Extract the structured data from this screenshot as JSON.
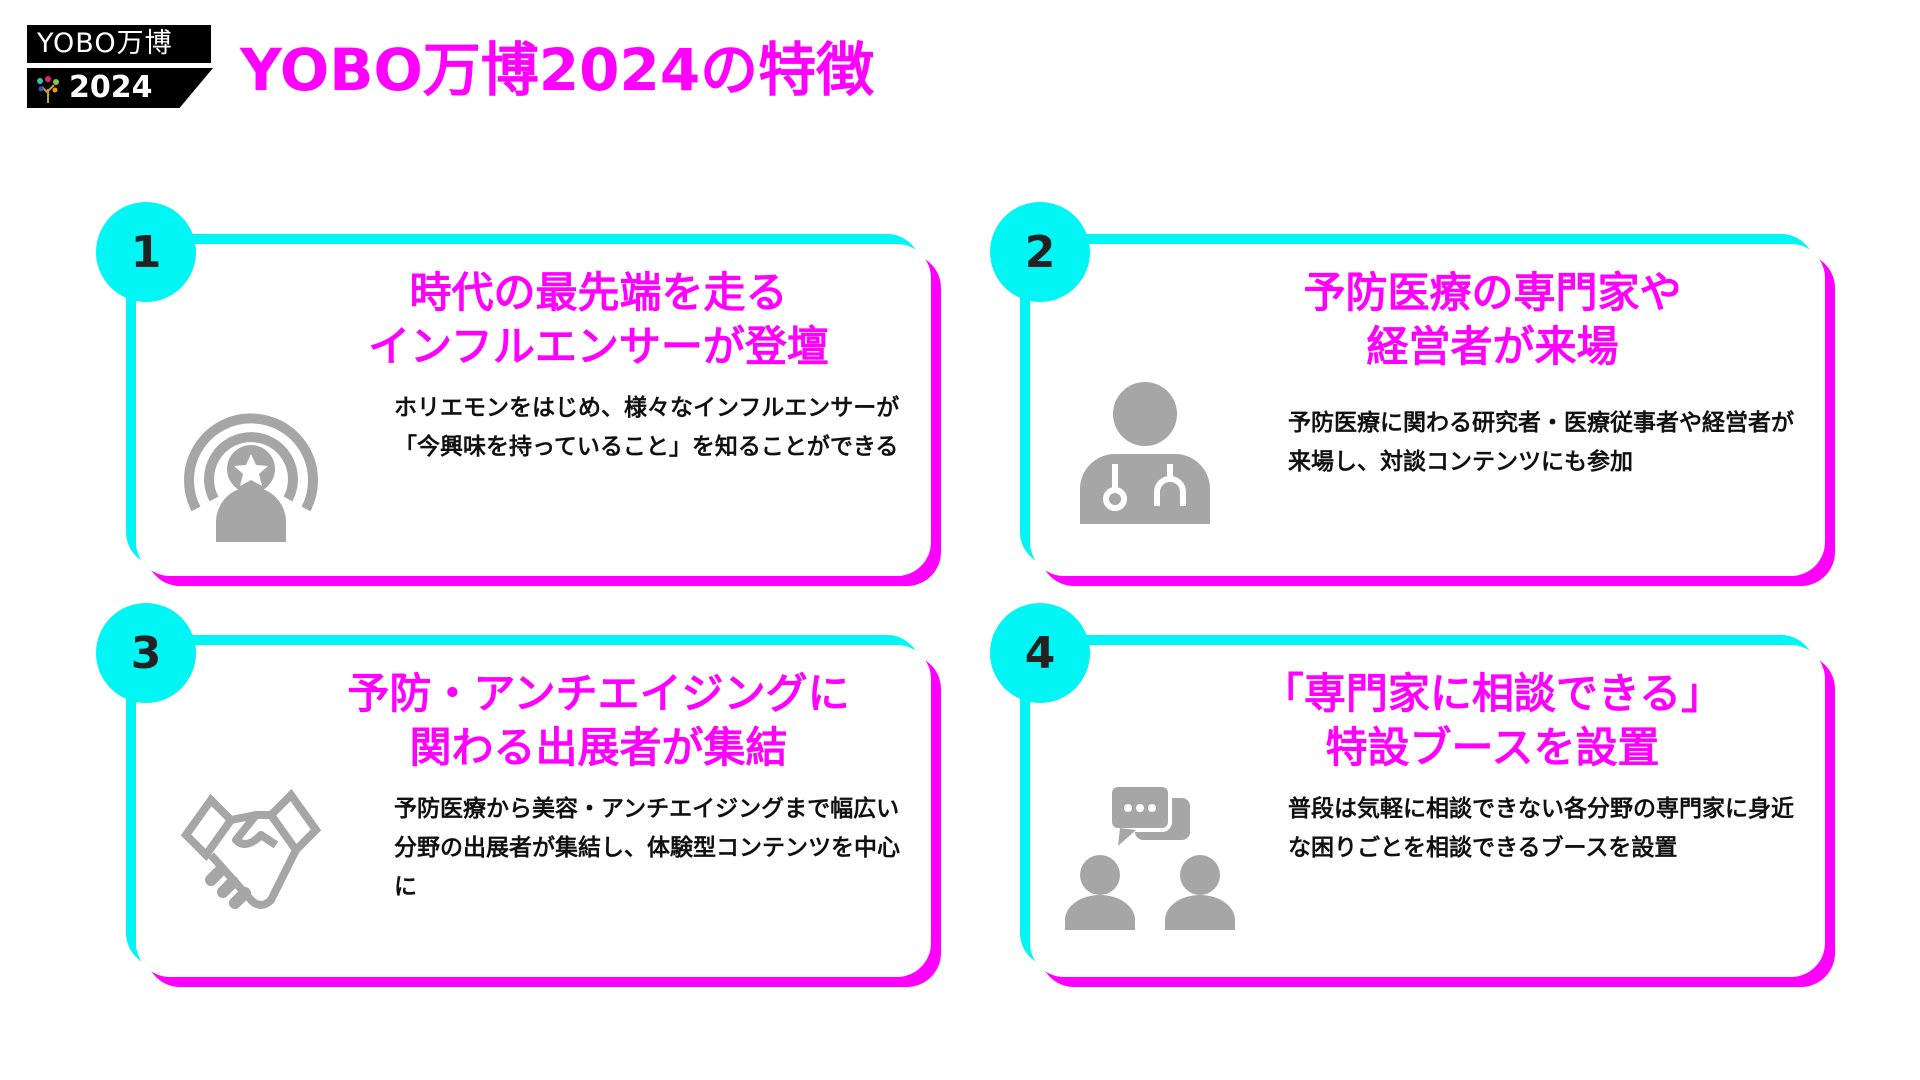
{
  "logo": {
    "line1": "YOBO万博",
    "line2": "2024"
  },
  "title": "YOBO万博2024の特徴",
  "cards": [
    {
      "number": "1",
      "heading_line1": "時代の最先端を走る",
      "heading_line2": "インフルエンサーが登壇",
      "body": "ホリエモンをはじめ、様々なインフルエンサーが「今興味を持っていること」を知ることができる",
      "icon": "influencer-star-icon"
    },
    {
      "number": "2",
      "heading_line1": "予防医療の専門家や",
      "heading_line2": "経営者が来場",
      "body": "予防医療に関わる研究者・医療従事者や経営者が来場し、対談コンテンツにも参加",
      "icon": "doctor-icon"
    },
    {
      "number": "3",
      "heading_line1": "予防・アンチエイジングに",
      "heading_line2": "関わる出展者が集結",
      "body": "予防医療から美容・アンチエイジングまで幅広い分野の出展者が集結し、体験型コンテンツを中心に",
      "icon": "handshake-icon"
    },
    {
      "number": "4",
      "heading_line1": "「専門家に相談できる」",
      "heading_line2": "特設ブースを設置",
      "body": "普段は気軽に相談できない各分野の専門家に身近な困りごとを相談できるブースを設置",
      "icon": "consultation-icon"
    }
  ],
  "colors": {
    "accent": "#ff00ff",
    "cyan": "#00f5f5",
    "icon": "#a6a6a6"
  }
}
